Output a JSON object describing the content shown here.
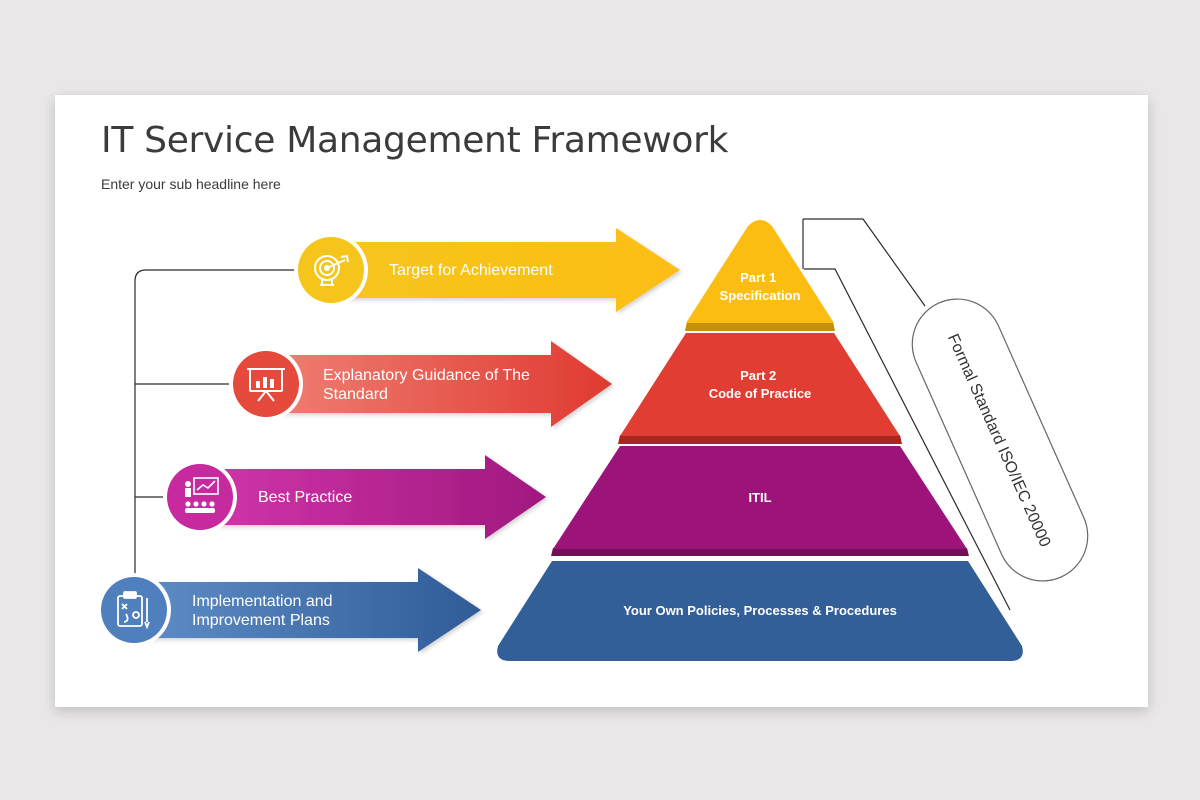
{
  "title": "IT Service Management Framework",
  "subtitle": "Enter your sub headline here",
  "colors": {
    "yellow": "#fcbd13",
    "red": "#e23d32",
    "purple": "#9c1379",
    "magenta": "#c21f98",
    "blue": "#335f99",
    "arrow_blue": "#4a77b1"
  },
  "arrows": [
    {
      "lines": [
        "Target for Achievement"
      ],
      "icon": "target-icon"
    },
    {
      "lines": [
        "Explanatory Guidance of The",
        "Standard"
      ],
      "icon": "presentation-chart-icon"
    },
    {
      "lines": [
        "Best Practice"
      ],
      "icon": "presenter-audience-icon"
    },
    {
      "lines": [
        "Implementation and",
        "Improvement Plans"
      ],
      "icon": "strategy-clipboard-icon"
    }
  ],
  "pyramid": [
    {
      "lines": [
        "Part 1",
        "Specification"
      ]
    },
    {
      "lines": [
        "Part 2",
        "Code of Practice"
      ]
    },
    {
      "lines": [
        "ITIL"
      ]
    },
    {
      "lines": [
        "Your Own Policies,  Processes & Procedures"
      ]
    }
  ],
  "bracket_label": "Formal Standard ISO/IEC 20000"
}
